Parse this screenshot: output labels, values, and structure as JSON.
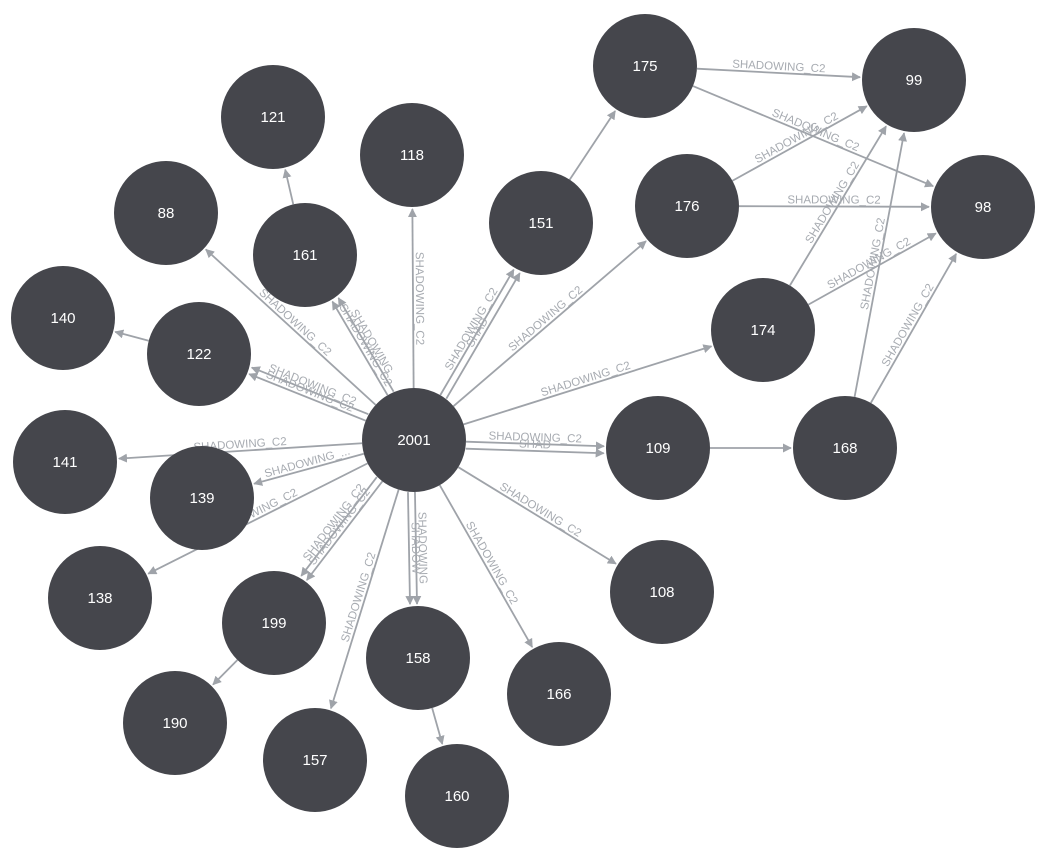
{
  "graph": {
    "colors": {
      "node_fill": "#45464c",
      "node_text": "#ffffff",
      "edge": "#9fa3a9",
      "edge_label": "#a7abb1",
      "background": "#ffffff"
    },
    "nodes": [
      {
        "id": "2001",
        "label": "2001"
      },
      {
        "id": "121",
        "label": "121"
      },
      {
        "id": "118",
        "label": "118"
      },
      {
        "id": "88",
        "label": "88"
      },
      {
        "id": "161",
        "label": "161"
      },
      {
        "id": "151",
        "label": "151"
      },
      {
        "id": "175",
        "label": "175"
      },
      {
        "id": "99",
        "label": "99"
      },
      {
        "id": "176",
        "label": "176"
      },
      {
        "id": "98",
        "label": "98"
      },
      {
        "id": "140",
        "label": "140"
      },
      {
        "id": "122",
        "label": "122"
      },
      {
        "id": "174",
        "label": "174"
      },
      {
        "id": "141",
        "label": "141"
      },
      {
        "id": "139",
        "label": "139"
      },
      {
        "id": "109",
        "label": "109"
      },
      {
        "id": "168",
        "label": "168"
      },
      {
        "id": "138",
        "label": "138"
      },
      {
        "id": "108",
        "label": "108"
      },
      {
        "id": "199",
        "label": "199"
      },
      {
        "id": "158",
        "label": "158"
      },
      {
        "id": "166",
        "label": "166"
      },
      {
        "id": "190",
        "label": "190"
      },
      {
        "id": "157",
        "label": "157"
      },
      {
        "id": "160",
        "label": "160"
      }
    ],
    "edges": [
      {
        "from": "2001",
        "to": "151",
        "label": "SHADOWING_C2"
      },
      {
        "from": "2001",
        "to": "151",
        "label": "SHAD"
      },
      {
        "from": "151",
        "to": "175",
        "label": ""
      },
      {
        "from": "2001",
        "to": "176",
        "label": "SHADOWING_C2"
      },
      {
        "from": "2001",
        "to": "174",
        "label": "SHADOWING_C2"
      },
      {
        "from": "2001",
        "to": "109",
        "label": "SHADOWING_C2"
      },
      {
        "from": "2001",
        "to": "109",
        "label": "SHAD"
      },
      {
        "from": "109",
        "to": "168",
        "label": ""
      },
      {
        "from": "2001",
        "to": "108",
        "label": "SHADOWING_C2"
      },
      {
        "from": "2001",
        "to": "166",
        "label": "SHADOWING_C2"
      },
      {
        "from": "2001",
        "to": "158",
        "label": "SHADOWING"
      },
      {
        "from": "2001",
        "to": "158",
        "label": "SHADOW"
      },
      {
        "from": "158",
        "to": "160",
        "label": ""
      },
      {
        "from": "2001",
        "to": "157",
        "label": "SHADOWING_C2"
      },
      {
        "from": "2001",
        "to": "199",
        "label": "SHADOWING_C2"
      },
      {
        "from": "2001",
        "to": "199",
        "label": "SHADOWING_C2"
      },
      {
        "from": "199",
        "to": "190",
        "label": ""
      },
      {
        "from": "2001",
        "to": "138",
        "label": "SHADOWING_C2"
      },
      {
        "from": "2001",
        "to": "139",
        "label": "SHADOWING_..."
      },
      {
        "from": "2001",
        "to": "141",
        "label": "SHADOWING_C2"
      },
      {
        "from": "2001",
        "to": "122",
        "label": "SHADOWING_C2"
      },
      {
        "from": "2001",
        "to": "122",
        "label": "SHADOWING_C2"
      },
      {
        "from": "122",
        "to": "140",
        "label": ""
      },
      {
        "from": "2001",
        "to": "88",
        "label": "SHADOWING_C2"
      },
      {
        "from": "2001",
        "to": "161",
        "label": "SHADOWING_C2"
      },
      {
        "from": "2001",
        "to": "161",
        "label": "SHADOWING"
      },
      {
        "from": "161",
        "to": "121",
        "label": ""
      },
      {
        "from": "2001",
        "to": "118",
        "label": "SHADOWING_C2"
      },
      {
        "from": "175",
        "to": "99",
        "label": "SHADOWING_C2"
      },
      {
        "from": "175",
        "to": "98",
        "label": "SHADOWING_C2"
      },
      {
        "from": "176",
        "to": "99",
        "label": "SHADOWING_C2"
      },
      {
        "from": "176",
        "to": "98",
        "label": "SHADOWING_C2"
      },
      {
        "from": "174",
        "to": "99",
        "label": "SHADOWING_C2"
      },
      {
        "from": "174",
        "to": "98",
        "label": "SHADOWING_C2"
      },
      {
        "from": "168",
        "to": "99",
        "label": "SHADOWING_C2"
      },
      {
        "from": "168",
        "to": "98",
        "label": "SHADOWING_C2"
      }
    ]
  }
}
